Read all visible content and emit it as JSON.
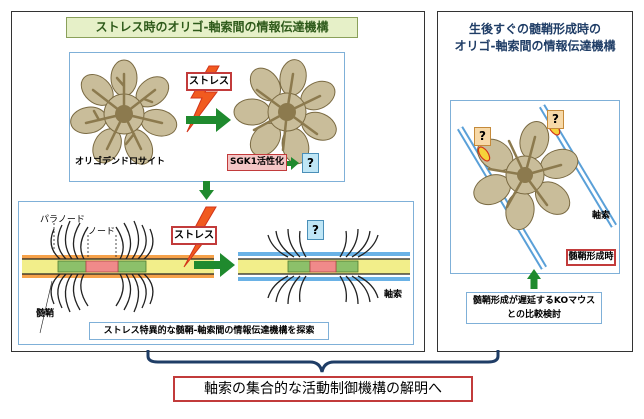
{
  "left_panel": {
    "title": "ストレス時のオリゴ-軸索間の情報伝達機構",
    "stress_label": "ストレス",
    "oligo_label": "オリゴデンドロサイト",
    "sgk1_label": "SGK1活性化",
    "q_mark": "?",
    "lower": {
      "paranode_label": "パラノード",
      "node_label": "ノード",
      "stress_label": "ストレス",
      "q_mark": "?",
      "myelin_label": "髄鞘",
      "axon_label": "軸索",
      "caption": "ストレス特異的な髄鞘-軸索間の情報伝達機構を探索"
    }
  },
  "right_panel": {
    "title_line1": "生後すぐの髄鞘形成時の",
    "title_line2": "オリゴ-軸索間の情報伝達機構",
    "q_mark_1": "?",
    "q_mark_2": "?",
    "axon_label": "軸索",
    "myelination_label": "髄鞘形成時",
    "note_line1": "髄鞘形成が遅延するKOマウス",
    "note_line2": "との比較検討"
  },
  "bottom": {
    "conclusion": "軸索の集合的な活動制御機構の解明へ"
  },
  "colors": {
    "oligo_fill": "#c9bd9a",
    "oligo_dark": "#8c7a4e",
    "arrow_green": "#1f8a2e",
    "axon_blue": "#5aa0d8",
    "myelin_yellow": "#f2ee8a",
    "node_pink": "#f08a8a",
    "paranode_green": "#8cc06a",
    "accent_red": "#c23b3b"
  }
}
